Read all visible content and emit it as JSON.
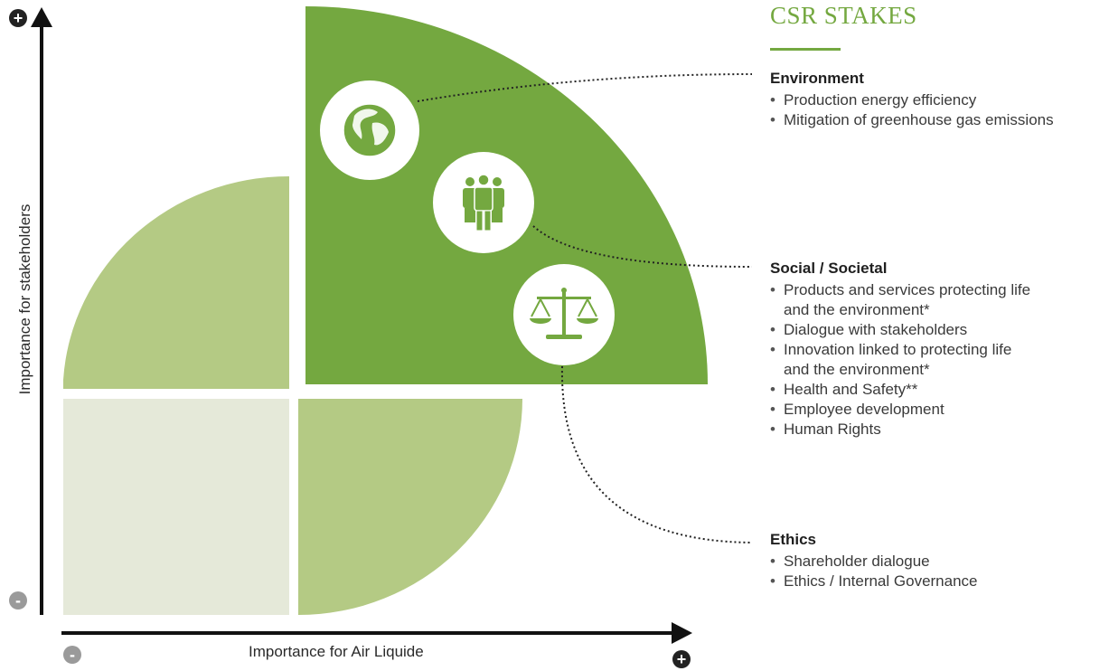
{
  "title": "CSR STAKES",
  "axes": {
    "x_label": "Importance for Air Liquide",
    "y_label": "Importance for stakeholders",
    "plus_symbol": "+",
    "minus_symbol": "-"
  },
  "colors": {
    "accent": "#74a840",
    "quadrant_high": "#74a840",
    "quadrant_medium": "#b4ca84",
    "quadrant_low": "#e5e9d9",
    "axis": "#111111"
  },
  "icons": [
    "globe-icon",
    "people-icon",
    "scales-icon"
  ],
  "sections": {
    "environment": {
      "heading": "Environment",
      "items": [
        "Production energy efficiency",
        "Mitigation of greenhouse gas emissions"
      ]
    },
    "social": {
      "heading": "Social / Societal",
      "items": [
        "Products and services protecting life\nand the environment*",
        "Dialogue with stakeholders",
        "Innovation linked to protecting life\nand the environment*",
        "Health and Safety**",
        "Employee development",
        "Human Rights"
      ]
    },
    "ethics": {
      "heading": "Ethics",
      "items": [
        "Shareholder dialogue",
        "Ethics / Internal Governance"
      ]
    }
  }
}
